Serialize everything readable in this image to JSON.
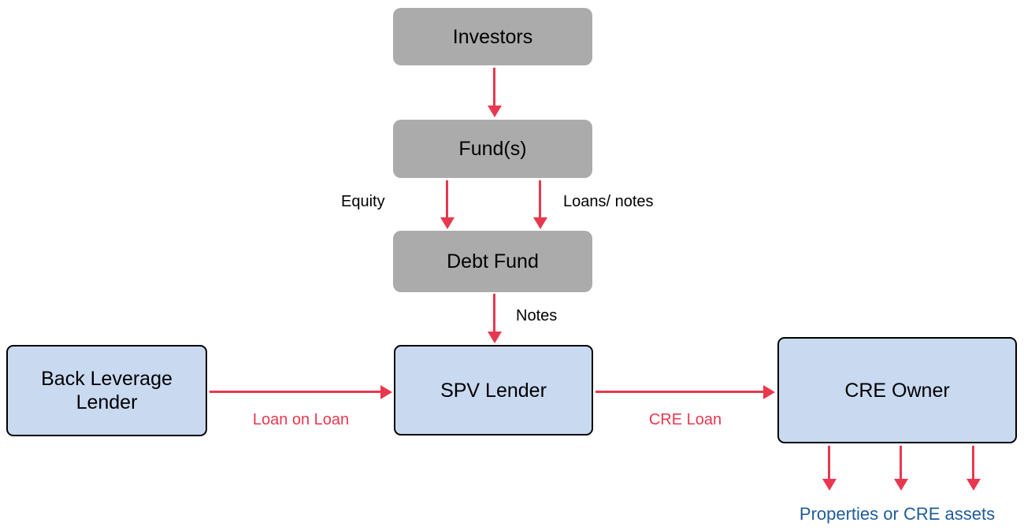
{
  "colors": {
    "node_gray": "#ABABAB",
    "node_blue": "#C9D9F0",
    "node_border": "#000000",
    "arrow_red": "#E8384F",
    "label_blue": "#1F5B99",
    "label_black": "#000000"
  },
  "nodes": {
    "investors": {
      "label": "Investors"
    },
    "funds": {
      "label": "Fund(s)"
    },
    "debt_fund": {
      "label": "Debt Fund"
    },
    "back_leverage_lender": {
      "label": "Back Leverage Lender"
    },
    "spv_lender": {
      "label": "SPV Lender"
    },
    "cre_owner": {
      "label": "CRE Owner"
    }
  },
  "edge_labels": {
    "equity": "Equity",
    "loans_notes": "Loans/ notes",
    "notes": "Notes",
    "loan_on_loan": "Loan on Loan",
    "cre_loan": "CRE Loan"
  },
  "captions": {
    "properties": "Properties or CRE assets"
  }
}
